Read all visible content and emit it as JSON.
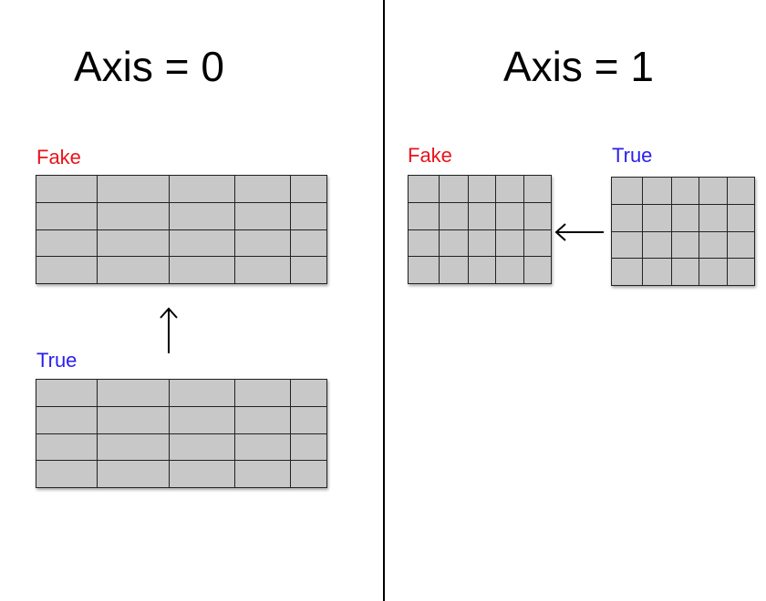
{
  "left_panel": {
    "title": "Axis = 0",
    "top_table_label": "Fake",
    "bottom_table_label": "True",
    "arrow": "up-arrow"
  },
  "right_panel": {
    "title": "Axis = 1",
    "left_table_label": "Fake",
    "right_table_label": "True",
    "arrow": "left-arrow"
  },
  "colors": {
    "fake_label": "#e8141b",
    "true_label": "#2a1ef0",
    "cell_fill": "#c8c8c8",
    "cell_border": "#222222"
  }
}
